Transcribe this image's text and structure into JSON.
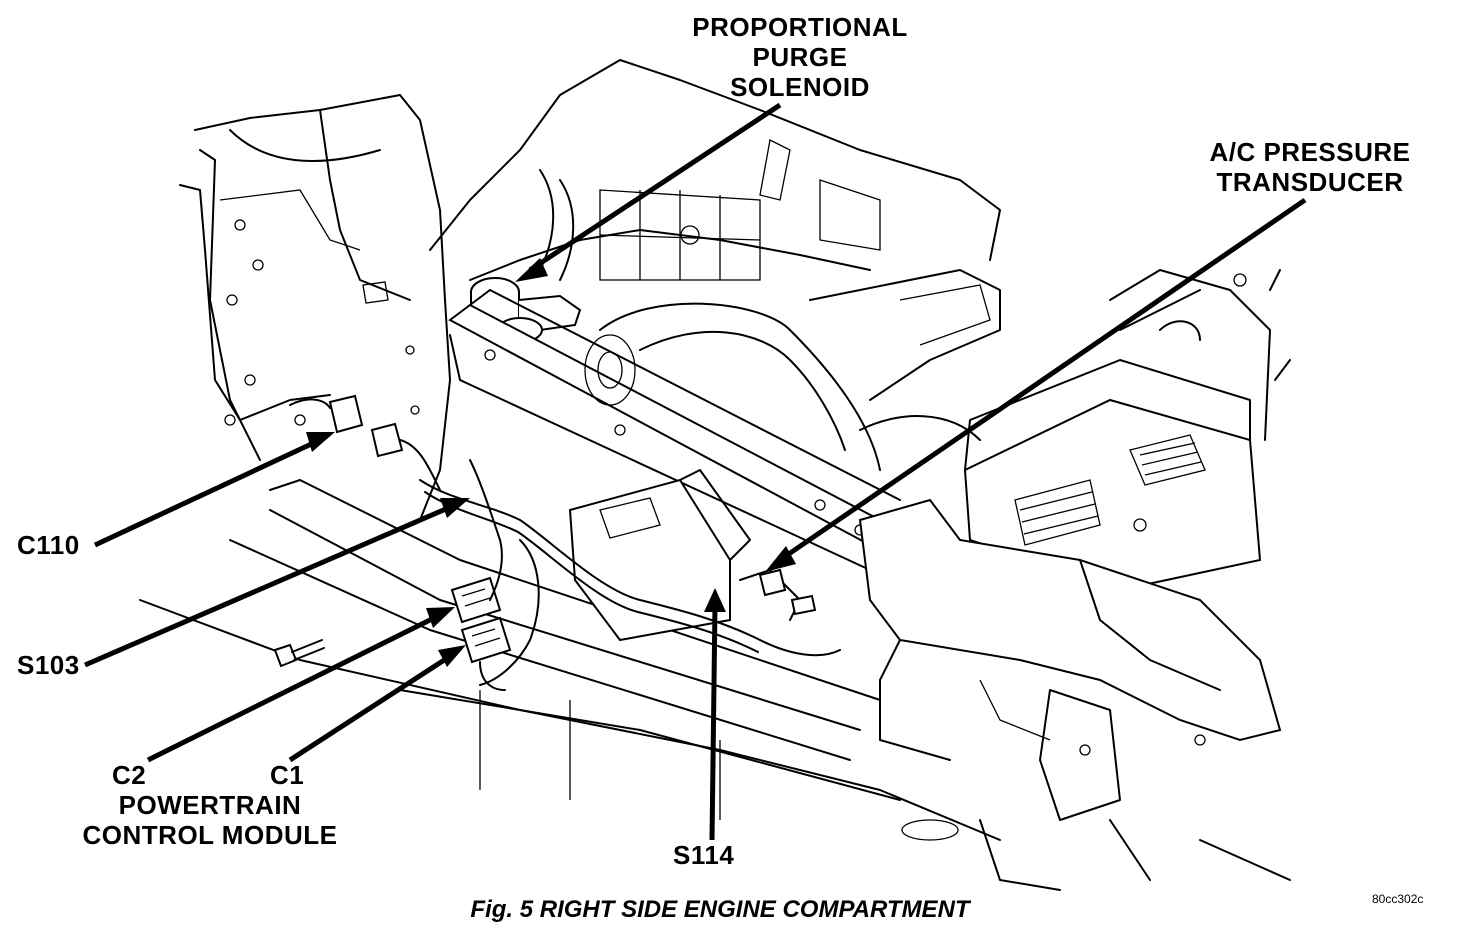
{
  "figure": {
    "caption": "Fig. 5 RIGHT SIDE ENGINE COMPARTMENT",
    "figure_id": "80cc302c"
  },
  "labels": {
    "proportional_purge_solenoid": [
      "PROPORTIONAL",
      "PURGE",
      "SOLENOID"
    ],
    "ac_pressure_transducer": [
      "A/C PRESSURE",
      "TRANSDUCER"
    ],
    "c110": "C110",
    "s103": "S103",
    "c2": "C2",
    "c1": "C1",
    "powertrain_control_module": [
      "POWERTRAIN",
      "CONTROL MODULE"
    ],
    "s114": "S114"
  }
}
